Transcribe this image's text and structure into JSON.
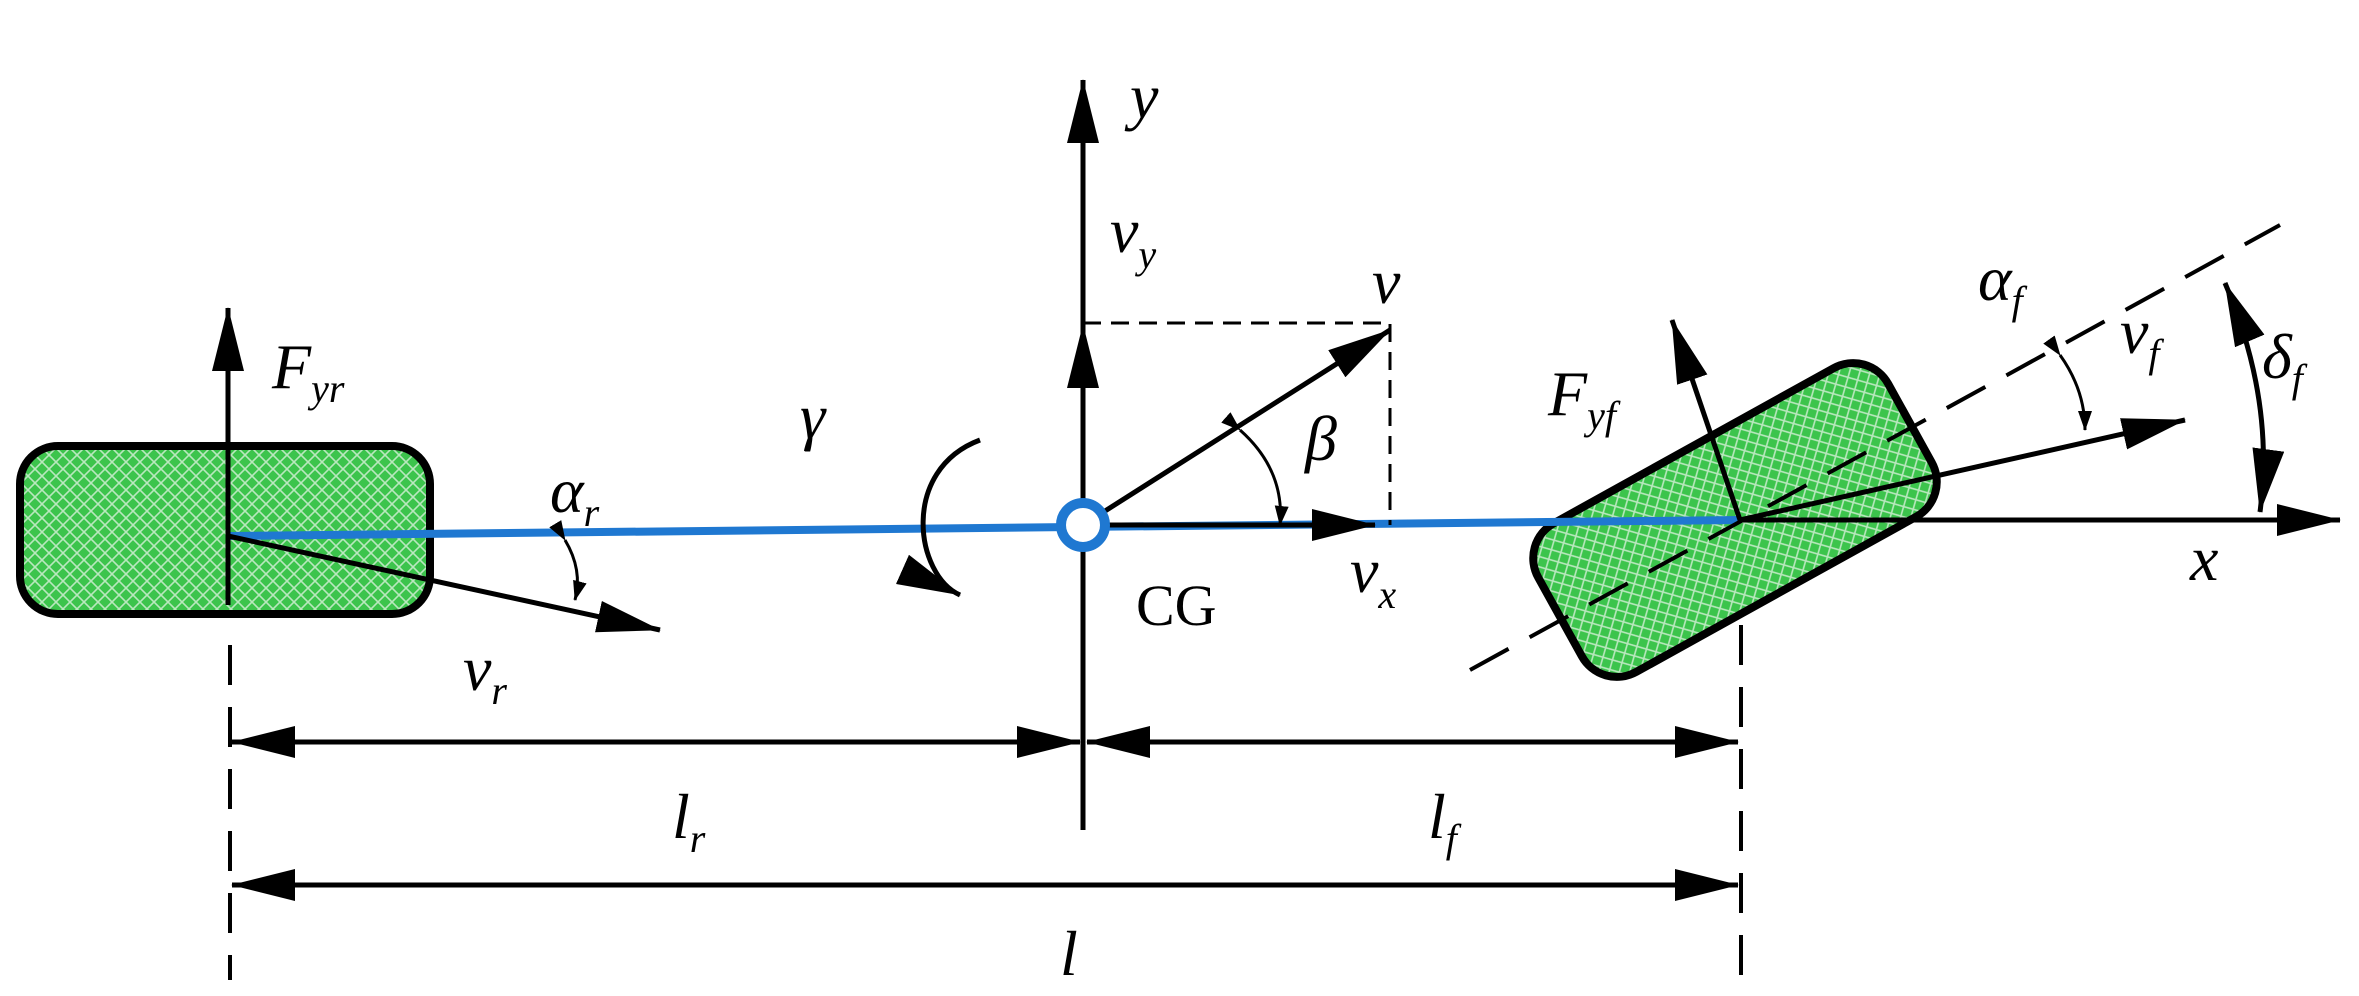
{
  "axes": {
    "x": "x",
    "y": "y"
  },
  "center_of_gravity": "CG",
  "yaw_rate": "γ",
  "sideslip_angle": "β",
  "velocity": {
    "main": "v",
    "x_main": "v",
    "x_sub": "x",
    "y_main": "v",
    "y_sub": "y"
  },
  "rear_wheel": {
    "force_main": "F",
    "force_sub": "yr",
    "slip_main": "α",
    "slip_sub": "r",
    "velocity_main": "v",
    "velocity_sub": "r"
  },
  "front_wheel": {
    "force_main": "F",
    "force_sub": "yf",
    "slip_main": "α",
    "slip_sub": "f",
    "velocity_main": "v",
    "velocity_sub": "f",
    "steer_main": "δ",
    "steer_sub": "f"
  },
  "dimensions": {
    "lr_main": "l",
    "lr_sub": "r",
    "lf_main": "l",
    "lf_sub": "f",
    "l": "l"
  },
  "colors": {
    "tire_fill": "#3cc44c",
    "tire_hatch": "#b9e8be",
    "wheelbase_line": "#1f78d1",
    "cg_marker": "#1f78d1",
    "ink": "#000000"
  }
}
